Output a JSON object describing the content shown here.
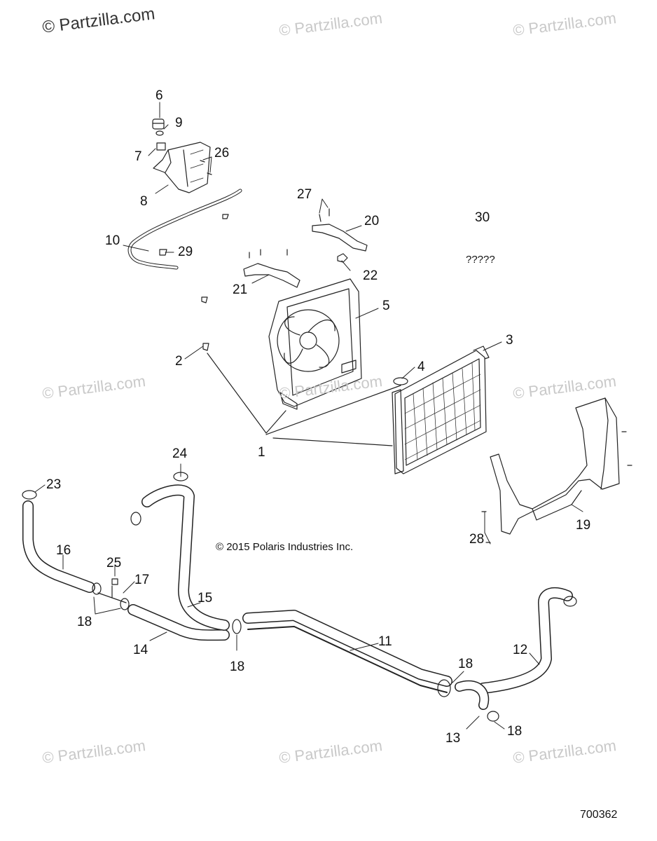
{
  "watermark": {
    "main": "© Partzilla.com",
    "text": "© Partzilla.com"
  },
  "copyright": "© 2015 Polaris Industries Inc.",
  "drawing_number": "700362",
  "placeholder_part": "?????",
  "callouts": {
    "c1": "1",
    "c2": "2",
    "c3": "3",
    "c4": "4",
    "c5": "5",
    "c6": "6",
    "c7": "7",
    "c8": "8",
    "c9": "9",
    "c10": "10",
    "c11": "11",
    "c12": "12",
    "c13": "13",
    "c14": "14",
    "c15": "15",
    "c16": "16",
    "c17": "17",
    "c18a": "18",
    "c18b": "18",
    "c18c": "18",
    "c18d": "18",
    "c19": "19",
    "c20": "20",
    "c21": "21",
    "c22": "22",
    "c23": "23",
    "c24": "24",
    "c25": "25",
    "c26": "26",
    "c27": "27",
    "c28": "28",
    "c29": "29",
    "c30": "30"
  }
}
